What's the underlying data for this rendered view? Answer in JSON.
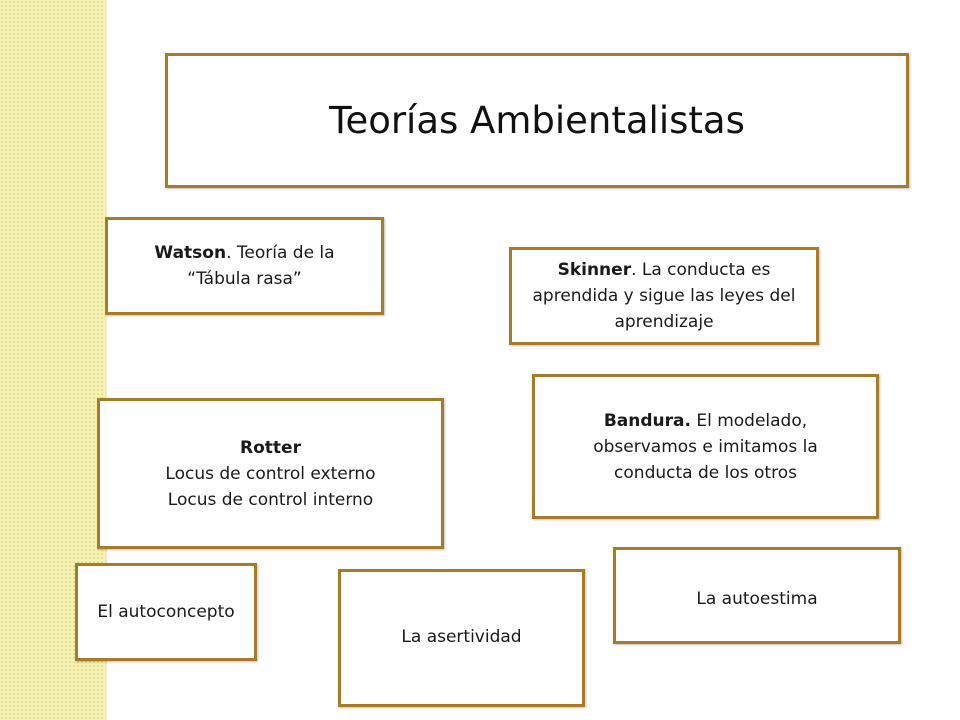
{
  "title": "Teorías Ambientalistas",
  "boxes": {
    "watson": {
      "name": "Watson",
      "text_line1": ". Teoría de la",
      "text_line2": "“Tábula rasa”"
    },
    "skinner": {
      "name": "Skinner",
      "text_line1": ". La conducta es",
      "text_line2": "aprendida y sigue las leyes del",
      "text_line3": "aprendizaje"
    },
    "rotter": {
      "name": "Rotter",
      "line1": "Locus de control externo",
      "line2": "Locus de control interno"
    },
    "bandura": {
      "name": "Bandura.",
      "text_line1": " El modelado,",
      "text_line2": "observamos e imitamos la",
      "text_line3": "conducta de los otros"
    },
    "autoconcepto": "El autoconcepto",
    "asertividad": "La asertividad",
    "autoestima": "La autoestima"
  },
  "colors": {
    "border": "#a67c2a",
    "strip": "#f6f3b4"
  }
}
